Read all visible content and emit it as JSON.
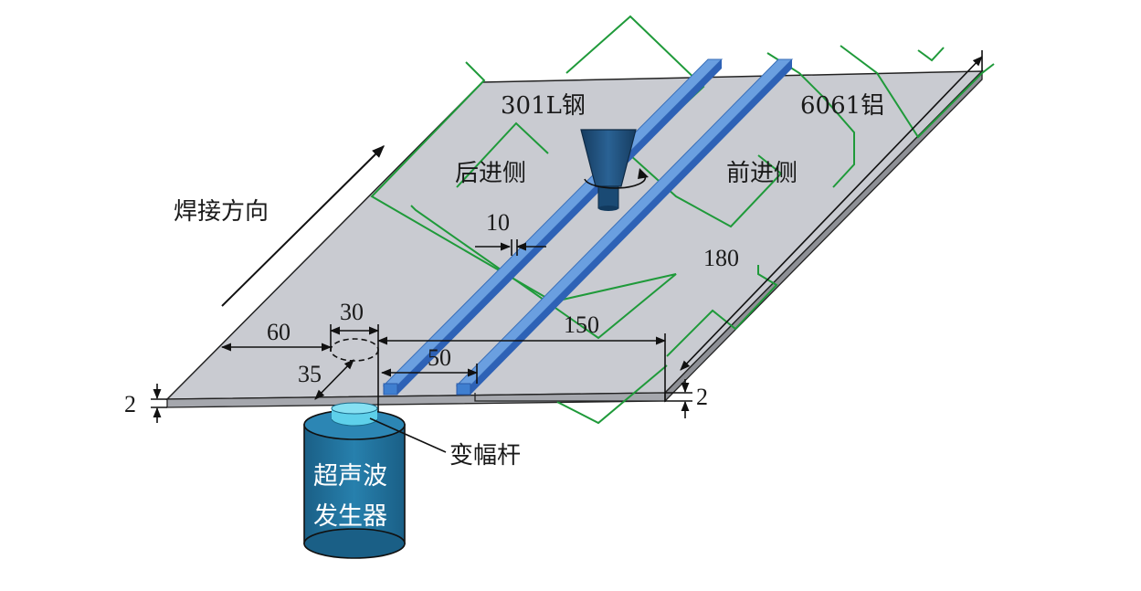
{
  "labels": {
    "steel_plate": "301L钢",
    "aluminum_plate": "6061铝",
    "retreating_side": "后进侧",
    "advancing_side": "前进侧",
    "welding_direction": "焊接方向",
    "horn": "变幅杆",
    "generator_line1": "超声波",
    "generator_line2": "发生器"
  },
  "dimensions": {
    "rib_gap": "10",
    "width_right": "180",
    "horn_diameter": "30",
    "horn_offset_left": "60",
    "horn_to_weld": "150",
    "rib_spacing": "50",
    "horn_offset_depth": "35",
    "thickness_left": "2",
    "thickness_right": "2"
  },
  "colors": {
    "plate_top": "#c8cad0",
    "plate_edge": "#9a9ca2",
    "rib_light": "#5f95d8",
    "rib_dark": "#2c62b8",
    "tool": "#1f4e7a",
    "generator": "#1e6e96",
    "horn_tip": "#5fd0ea",
    "outline_green": "#1f9a3a"
  }
}
